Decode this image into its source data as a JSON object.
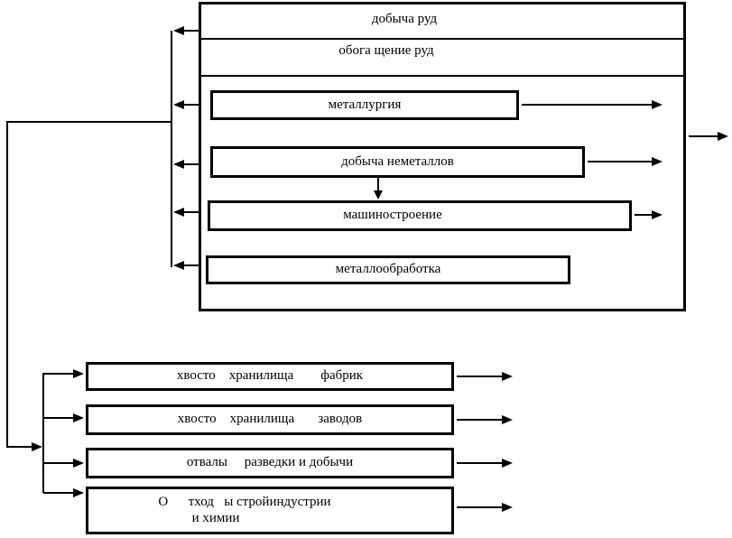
{
  "complex": {
    "mining": "добыча руд",
    "enrichment": "обога щение руд",
    "metallurgy": "металлургия",
    "nonmetal_mining": "добыча неметаллов",
    "machine_building": "машиностроение",
    "metalworking": "металлообработка"
  },
  "storages": {
    "tailings_factories": "хвосто    хранилища        фабрик",
    "tailings_plants": "хвосто    хранилища       заводов",
    "exploration_dumps": "отвалы     разведки и добычи",
    "construction_chemistry_line1": "О      тход   ы стройиндустрии",
    "construction_chemistry_line2": "и химии"
  },
  "colors": {
    "line": "#000000",
    "background": "#ffffff"
  }
}
